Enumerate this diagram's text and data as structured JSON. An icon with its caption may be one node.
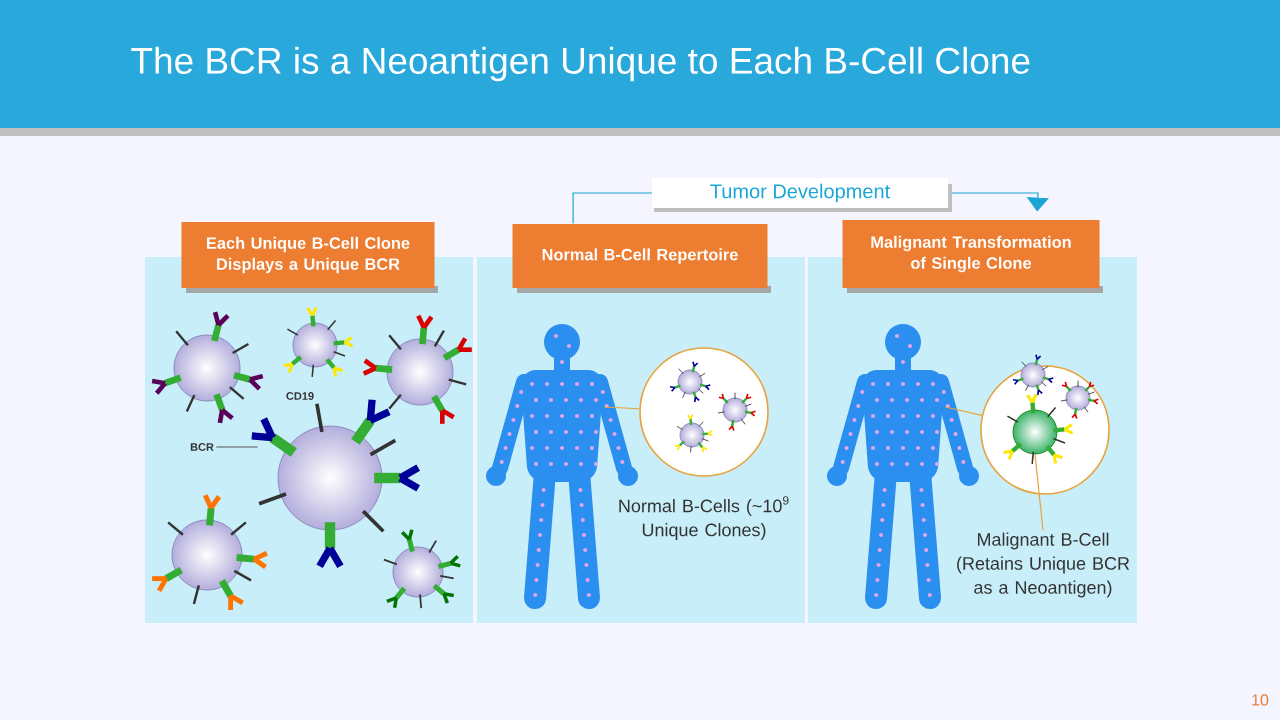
{
  "diagram": {
    "title": "The BCR is a Neoantigen Unique to Each B-Cell Clone",
    "nodes": [
      {
        "text": [
          "Each Unique B-Cell Clone Displays a Unique BCR"
        ]
      },
      {
        "text": [
          "Normal B-Cell Repertoire"
        ]
      },
      {
        "text": [
          "Malignant Transformation of Single Clone"
        ]
      },
      {
        "text": [
          "BCR"
        ]
      },
      {
        "text": [],
        "shape": "picture"
      },
      {
        "text": [],
        "shape": "person"
      },
      {
        "text": [],
        "shape": "circle"
      },
      {
        "text": [],
        "shape": "person"
      },
      {
        "text": [],
        "shape": "circle"
      },
      {
        "text": [],
        "shape": "circle",
        "in": 8
      },
      {
        "text": [
          "Malignant B-Cell (Retains Unique BCR as a Neoantigen)"
        ]
      }
    ],
    "edges": [
      {
        "from": 1,
        "to": 2,
        "arrow": "to",
        "label": "Tumor Development",
        "color": "#1ba6d6"
      },
      {
        "from": 3,
        "to": 4,
        "arrow": "none",
        "color": "#555555"
      },
      {
        "from": 5,
        "to": 6,
        "arrow": "none"
      },
      {
        "from": 7,
        "to": 8,
        "arrow": "none"
      },
      {
        "from": 9,
        "to": 10,
        "arrow": "none"
      }
    ],
    "labels": [
      "CD19",
      "Normal B-Cells (~10$^{9}$ Unique Clones)",
      "10"
    ]
  }
}
